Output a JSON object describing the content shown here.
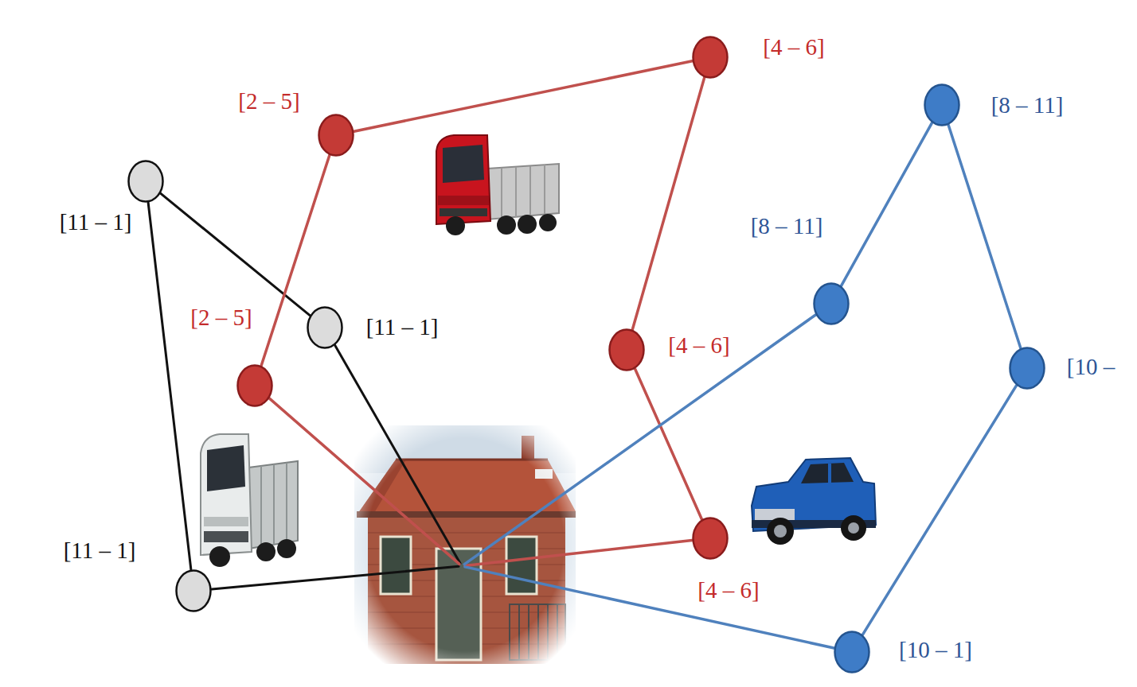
{
  "diagram": {
    "nodes": [
      {
        "text": [
          "[11 – 1]"
        ]
      },
      {
        "text": [
          "[2 – 5]"
        ]
      },
      {
        "text": [
          "[4 – 6]"
        ]
      },
      {
        "text": [
          "[8 – 11]"
        ]
      },
      {
        "text": [
          "[8 – 11]"
        ]
      },
      {
        "text": [
          "[11 – 1]"
        ]
      },
      {
        "text": [
          "[2 – 5]"
        ]
      },
      {
        "text": [
          "[4 – 6]"
        ]
      },
      {
        "text": [
          "[10 –"
        ]
      },
      {
        "text": [
          "[4 – 6]"
        ]
      },
      {
        "text": [
          "[11 – 1]"
        ]
      },
      {
        "text": []
      },
      {
        "text": [
          "[10 – 1]"
        ]
      }
    ],
    "edges": [
      {
        "from": 11,
        "to": 10,
        "arrow": "none"
      },
      {
        "from": 10,
        "to": 0,
        "arrow": "none"
      },
      {
        "from": 0,
        "to": 5,
        "arrow": "none"
      },
      {
        "from": 5,
        "to": 11,
        "arrow": "none"
      },
      {
        "from": 11,
        "to": 6,
        "arrow": "none"
      },
      {
        "from": 6,
        "to": 1,
        "arrow": "none"
      },
      {
        "from": 1,
        "to": 2,
        "arrow": "none"
      },
      {
        "from": 2,
        "to": 7,
        "arrow": "none"
      },
      {
        "from": 7,
        "to": 9,
        "arrow": "none"
      },
      {
        "from": 9,
        "to": 11,
        "arrow": "none"
      },
      {
        "from": 11,
        "to": 4,
        "arrow": "none"
      },
      {
        "from": 4,
        "to": 3,
        "arrow": "none"
      },
      {
        "from": 3,
        "to": 8,
        "arrow": "none"
      },
      {
        "from": 8,
        "to": 12,
        "arrow": "none"
      },
      {
        "from": 12,
        "to": 11,
        "arrow": "none"
      }
    ]
  }
}
